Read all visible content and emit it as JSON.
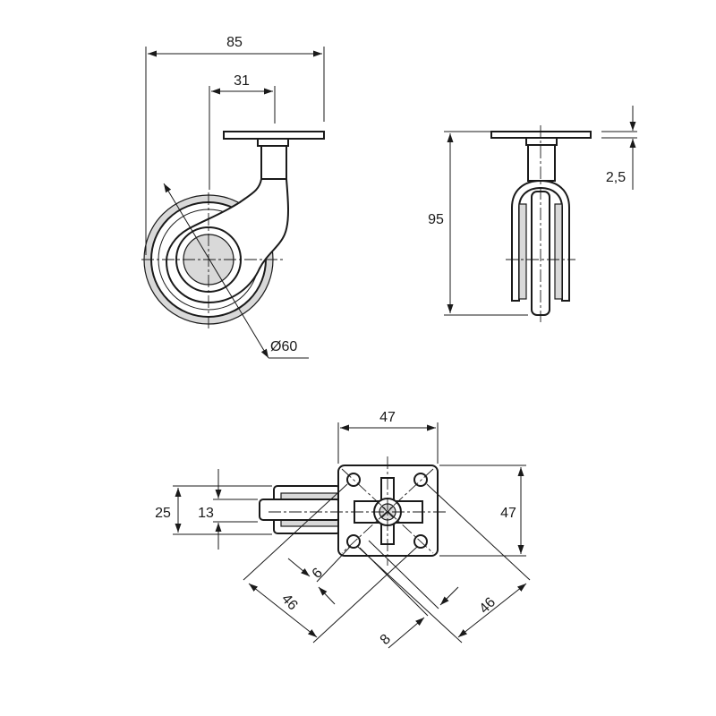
{
  "dimensions": {
    "side_total_width": "85",
    "side_offset": "31",
    "wheel_diameter": "Ø60",
    "front_total_height": "95",
    "front_plate_thickness": "2,5",
    "top_plate_width": "47",
    "top_plate_height": "47",
    "top_wheel_outer": "25",
    "top_wheel_inner": "13",
    "top_hole_diameter": "6",
    "top_slot_width": "8",
    "top_diag_left": "46",
    "top_diag_right": "46"
  }
}
